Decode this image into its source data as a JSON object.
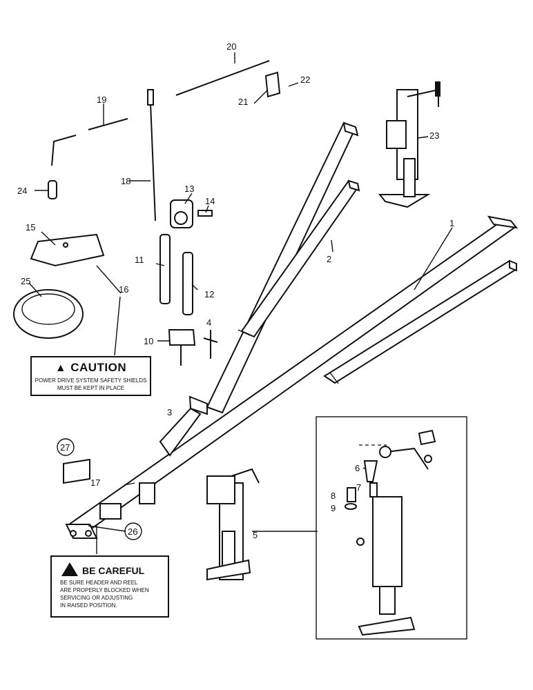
{
  "callouts": {
    "n1": "1",
    "n2": "2",
    "n3": "3",
    "n4": "4",
    "n5": "5",
    "n6": "6",
    "n7": "7",
    "n8": "8",
    "n9": "9",
    "n10": "10",
    "n11": "11",
    "n12": "12",
    "n13": "13",
    "n14": "14",
    "n15": "15",
    "n16": "16",
    "n17": "17",
    "n18": "18",
    "n19": "19",
    "n20": "20",
    "n21": "21",
    "n22": "22",
    "n23": "23",
    "n24": "24",
    "n25": "25",
    "n26": "26",
    "n27": "27"
  },
  "caution_decal": {
    "heading": "CAUTION",
    "line1": "POWER DRIVE SYSTEM SAFETY SHIELDS",
    "line2": "MUST BE KEPT IN PLACE"
  },
  "careful_decal": {
    "heading": "BE CAREFUL",
    "line1": "BE SURE HEADER AND REEL",
    "line2": "ARE PROPERLY BLOCKED WHEN",
    "line3": "SERVICING OR ADJUSTING",
    "line4": "IN RAISED POSITION."
  }
}
